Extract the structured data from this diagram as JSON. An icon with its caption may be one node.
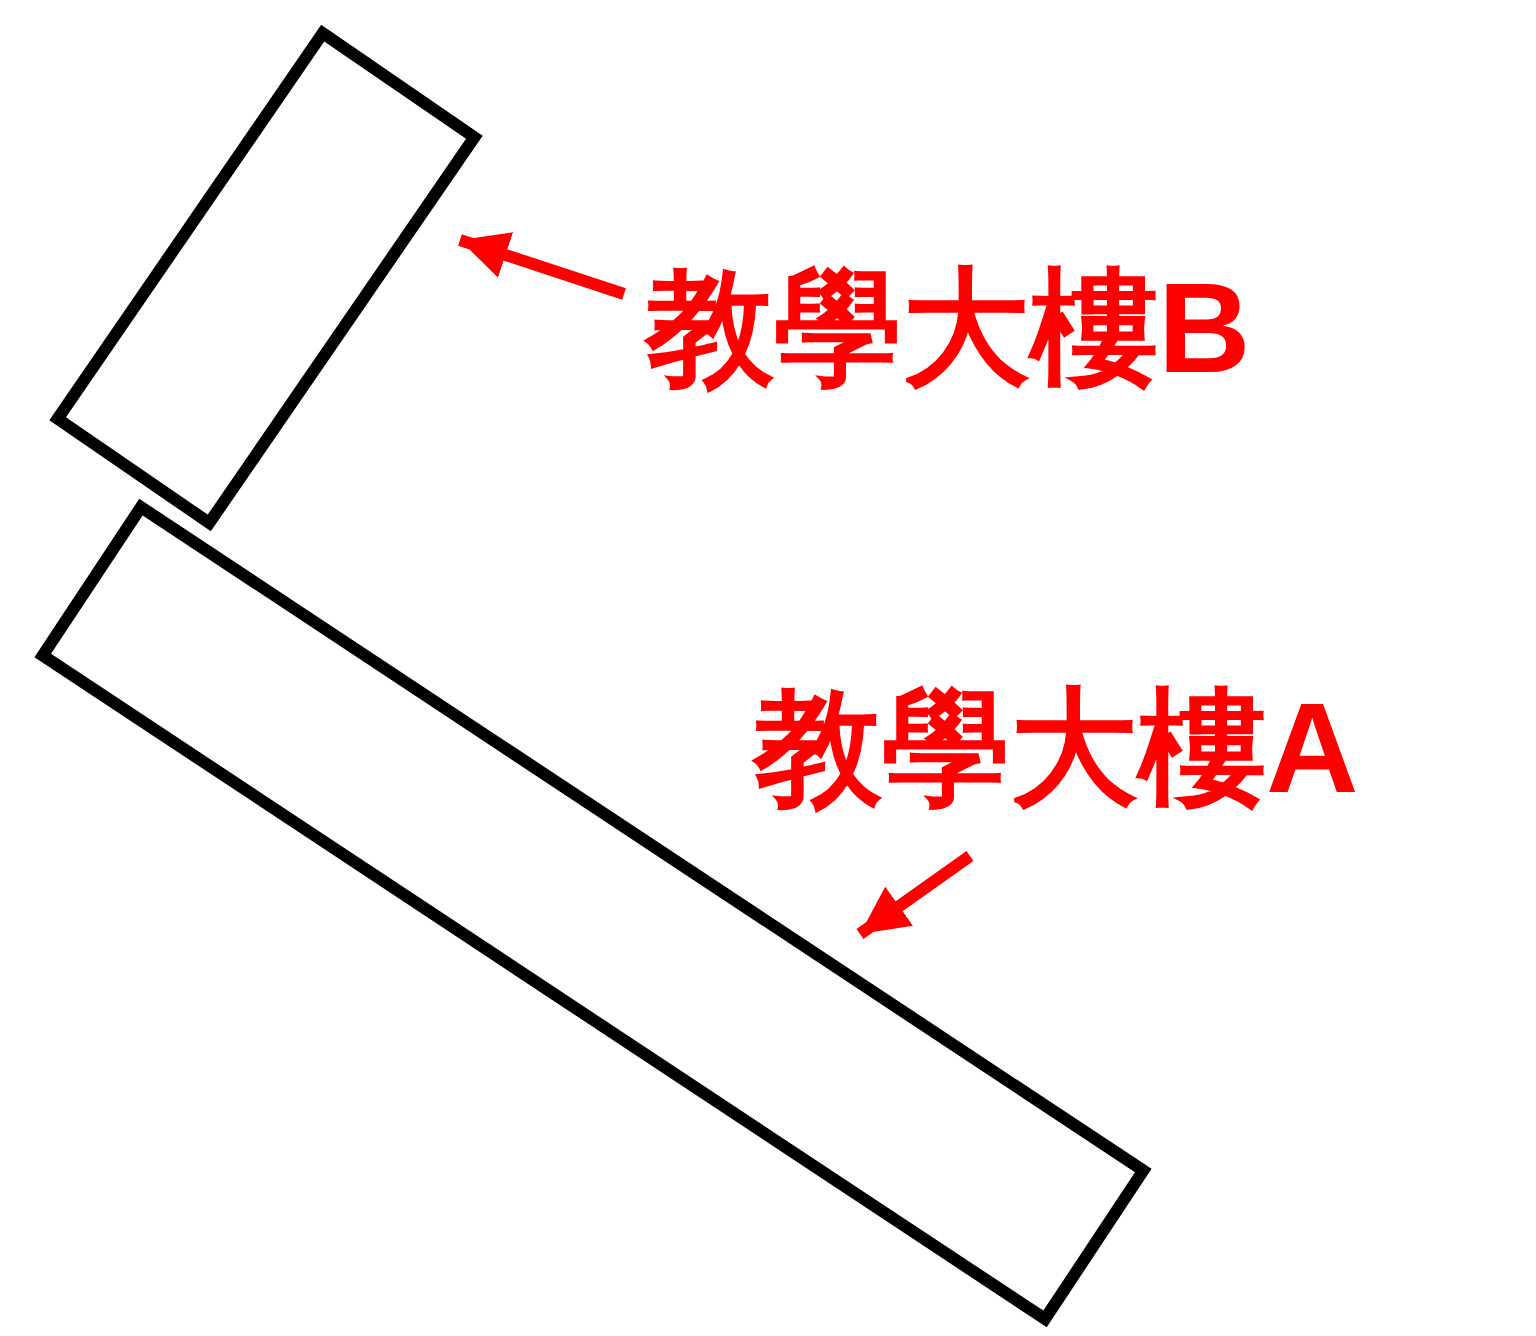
{
  "diagram": {
    "nodes": [
      {
        "text": [],
        "shape": "box"
      },
      {
        "text": [
          "教學大樓B"
        ]
      },
      {
        "text": [],
        "shape": "box"
      },
      {
        "text": [
          "教學大樓A"
        ]
      }
    ],
    "edges": [
      {
        "from": 1,
        "to": 0,
        "arrow": "to"
      },
      {
        "from": 3,
        "to": 2,
        "arrow": "to"
      }
    ]
  }
}
